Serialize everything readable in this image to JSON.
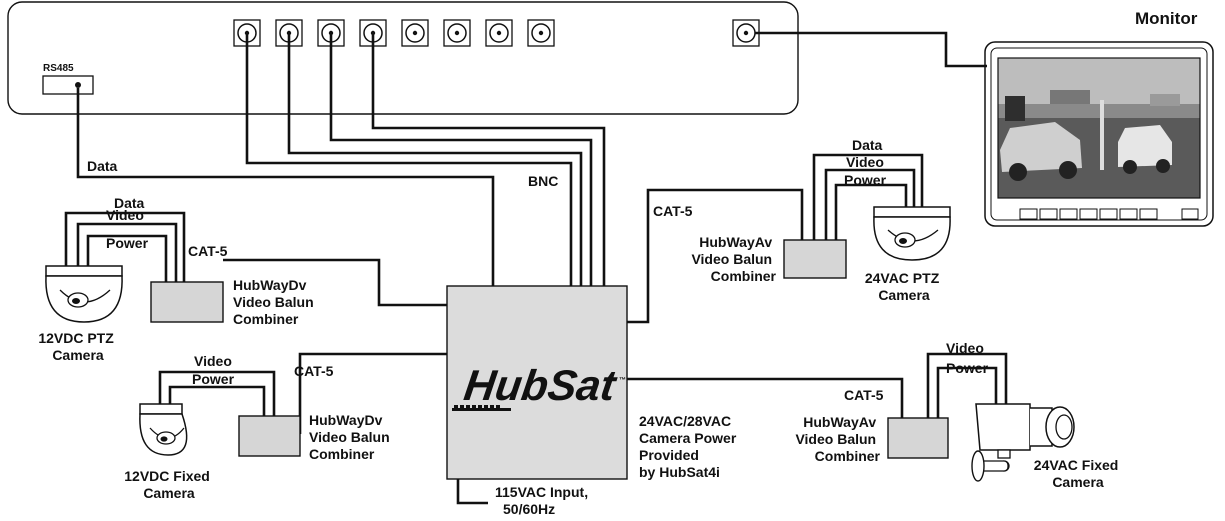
{
  "labels": {
    "monitor": "Monitor",
    "rs485": "RS485",
    "data_main": "Data",
    "bnc": "BNC",
    "hubsat_logo": "HubSat",
    "hubsat_tm": "™",
    "power_note": [
      "24VAC/28VAC",
      "Camera Power",
      "Provided",
      "by HubSat4i"
    ],
    "input_note": [
      "115VAC Input,",
      "50/60Hz"
    ]
  },
  "signal_labels": {
    "data": "Data",
    "video": "Video",
    "power": "Power",
    "cat5": "CAT-5"
  },
  "baluns": {
    "dv_top": [
      "HubWayDv",
      "Video Balun",
      "Combiner"
    ],
    "dv_bottom": [
      "HubWayDv",
      "Video Balun",
      "Combiner"
    ],
    "av_top": [
      "HubWayAv",
      "Video Balun",
      "Combiner"
    ],
    "av_bottom": [
      "HubWayAv",
      "Video Balun",
      "Combiner"
    ]
  },
  "cameras": {
    "ptz_12vdc": [
      "12VDC PTZ",
      "Camera"
    ],
    "fixed_12vdc": [
      "12VDC Fixed",
      "Camera"
    ],
    "ptz_24vac": [
      "24VAC PTZ",
      "Camera"
    ],
    "fixed_24vac": [
      "24VAC Fixed",
      "Camera"
    ]
  },
  "colors": {
    "line": "#111111",
    "balun_fill": "#d6d6d6",
    "hubsat_fill": "#dcdcdc",
    "screen_dark": "#555555"
  }
}
